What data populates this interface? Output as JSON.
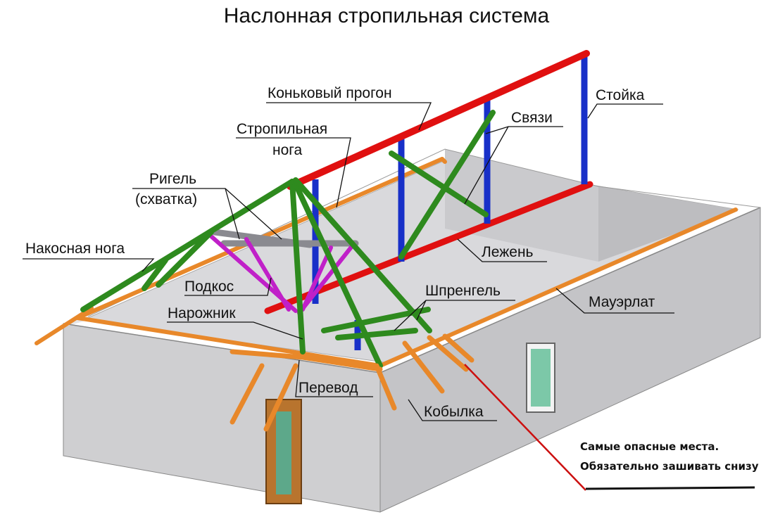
{
  "title": "Наслонная стропильная система",
  "labels": {
    "konkovyi_progon": "Коньковый  прогон",
    "stoika": "Стойка",
    "svyazi": "Связи",
    "stropilnaya": "Стропильная",
    "noga": "нога",
    "rigel": "Ригель",
    "skhvatka": "(схватка)",
    "nakosnaya_noga": "Накосная нога",
    "lezhen": "Лежень",
    "podkos": "Подкос",
    "shprengel": "Шпренгель",
    "narozhnik": "Нарожник",
    "mauerlat": "Мауэрлат",
    "perevod": "Перевод",
    "kobylka": "Кобылка"
  },
  "note": {
    "line1": "Самые опасные места.",
    "line2": "Обязательно зашивать снизу"
  },
  "colors": {
    "ridge": "#e01010",
    "post": "#1830c8",
    "rafter": "#2e8a1e",
    "brace": "#c020c8",
    "plate": "#e8882a",
    "wall": "#cfcfd1",
    "wall_dark": "#b9b9bc",
    "floor": "#d9d9dc",
    "crossbar": "#8a8a90",
    "annotation": "#cc1010"
  }
}
